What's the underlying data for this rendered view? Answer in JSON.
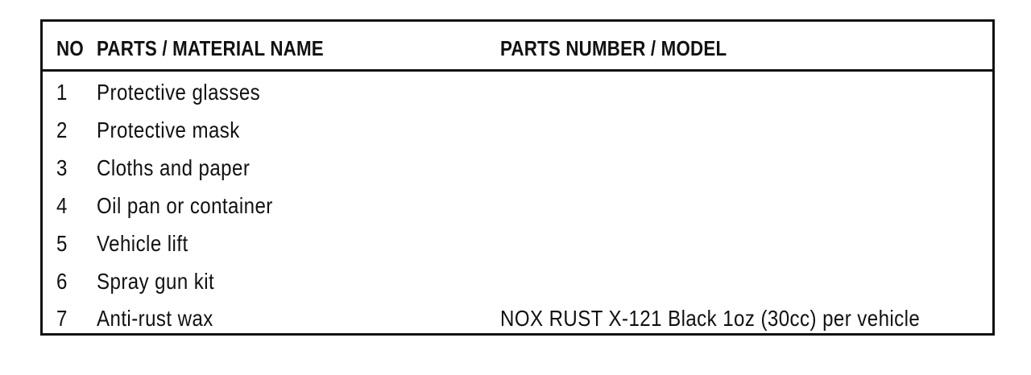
{
  "table": {
    "headers": {
      "no": "NO",
      "name": "PARTS / MATERIAL NAME",
      "part_number": "PARTS NUMBER / MODEL"
    },
    "rows": [
      {
        "no": "1",
        "name": "Protective glasses",
        "part_number": ""
      },
      {
        "no": "2",
        "name": "Protective mask",
        "part_number": ""
      },
      {
        "no": "3",
        "name": "Cloths and paper",
        "part_number": ""
      },
      {
        "no": "4",
        "name": "Oil pan or container",
        "part_number": ""
      },
      {
        "no": "5",
        "name": "Vehicle lift",
        "part_number": ""
      },
      {
        "no": "6",
        "name": "Spray gun kit",
        "part_number": ""
      },
      {
        "no": "7",
        "name": "Anti-rust wax",
        "part_number": "NOX RUST X-121 Black 1oz (30cc) per vehicle"
      }
    ]
  }
}
